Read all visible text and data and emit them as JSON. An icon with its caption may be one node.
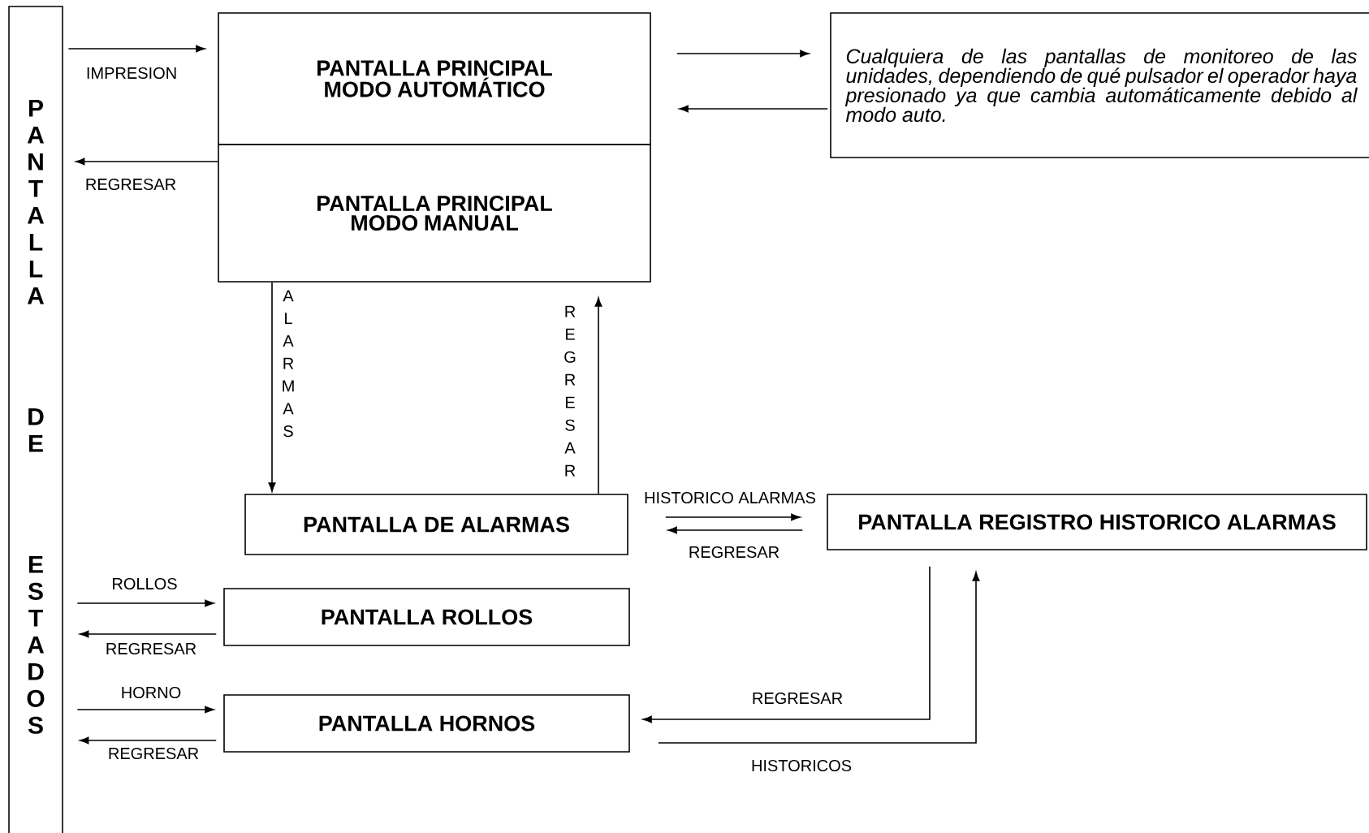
{
  "diagram": {
    "nodes": [
      {
        "text": [
          "PANTALLA DE ESTADOS"
        ]
      },
      {
        "text": [
          "PANTALLA PRINCIPAL MODO AUTOMÁTICO"
        ]
      },
      {
        "text": [
          "PANTALLA PRINCIPAL MODO MANUAL"
        ]
      },
      {
        "text": [
          "Cualquiera de las pantallas de monitoreo de las unidades, dependiendo de qué pulsador el operador haya presionado ya que cambia automáticamente debido al modo auto."
        ]
      },
      {
        "text": [
          "PANTALLA DE ALARMAS"
        ]
      },
      {
        "text": [
          "PANTALLA REGISTRO HISTORICO ALARMAS"
        ]
      },
      {
        "text": [
          "PANTALLA ROLLOS"
        ]
      },
      {
        "text": [
          "PANTALLA HORNOS"
        ]
      }
    ],
    "edges": [
      {
        "from": 0,
        "to": 1,
        "arrow": "to",
        "label": "IMPRESION"
      },
      {
        "from": 2,
        "to": 0,
        "arrow": "to",
        "label": "REGRESAR"
      },
      {
        "from": 1,
        "to": 3,
        "arrow": "to"
      },
      {
        "from": 3,
        "to": 1,
        "arrow": "to"
      },
      {
        "from": 2,
        "to": 4,
        "arrow": "to",
        "label": "ALARMAS"
      },
      {
        "from": 4,
        "to": 2,
        "arrow": "to",
        "label": "REGRESAR"
      },
      {
        "from": 4,
        "to": 5,
        "arrow": "to",
        "label": "HISTORICO ALARMAS"
      },
      {
        "from": 5,
        "to": 4,
        "arrow": "to",
        "label": "REGRESAR"
      },
      {
        "from": 0,
        "to": 6,
        "arrow": "to",
        "label": "ROLLOS"
      },
      {
        "from": 6,
        "to": 0,
        "arrow": "to",
        "label": "REGRESAR"
      },
      {
        "from": 0,
        "to": 7,
        "arrow": "to",
        "label": "HORNO"
      },
      {
        "from": 7,
        "to": 0,
        "arrow": "to",
        "label": "REGRESAR"
      },
      {
        "from": 5,
        "to": 7,
        "arrow": "to",
        "label": "REGRESAR"
      },
      {
        "from": 7,
        "to": 5,
        "arrow": "to",
        "label": "HISTORICOS"
      }
    ]
  }
}
